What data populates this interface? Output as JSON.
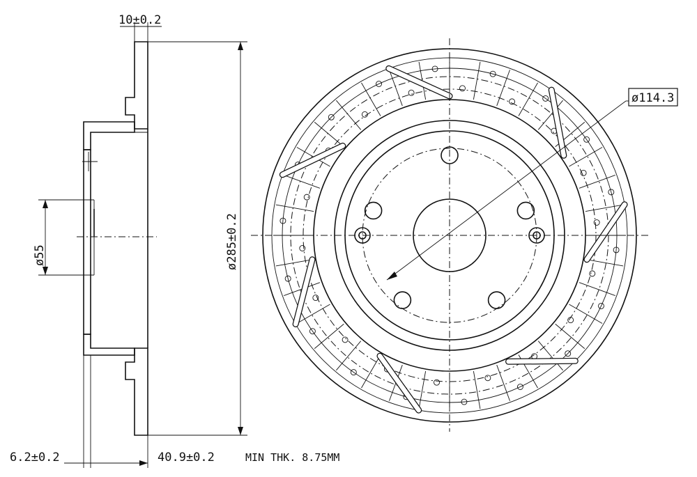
{
  "labels": {
    "thickness": "10±0.2",
    "outer_diameter": "ø285±0.2",
    "center_bore": "ø55",
    "offset_left": "6.2±0.2",
    "height": "40.9±0.2",
    "min_thickness": "MIN THK. 8.75MM",
    "pcd": "ø114.3"
  }
}
